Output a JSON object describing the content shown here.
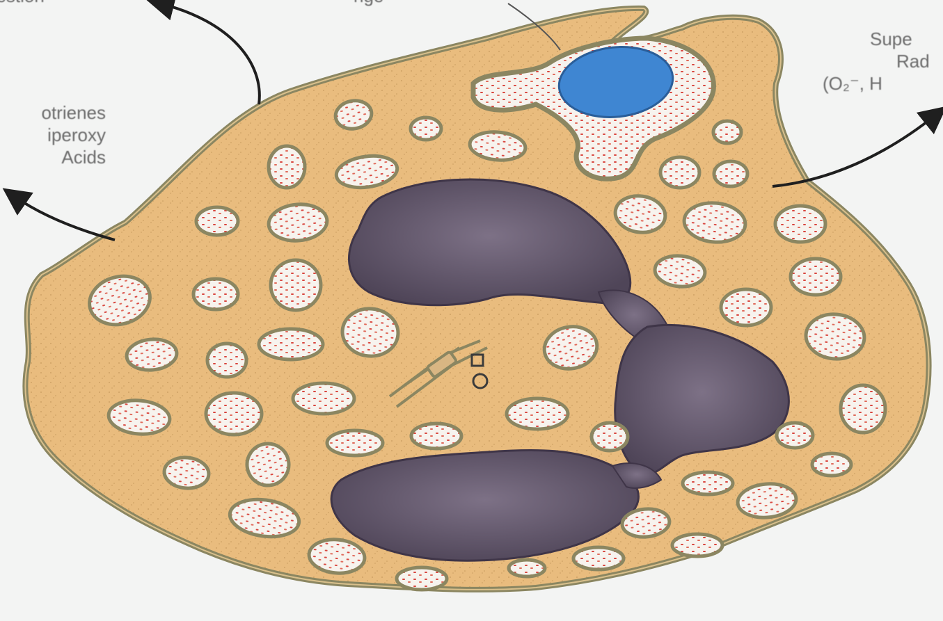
{
  "labels": {
    "top_left": "gestion",
    "top_middle": "nge",
    "left_line1": "otrienes",
    "left_line2": "iperoxy",
    "left_line3": "Acids",
    "right_line1": "Supe",
    "right_line2": "Rad",
    "right_line3": "(O₂⁻, H"
  },
  "colors": {
    "background": "#f3f4f3",
    "cytoplasm": "#e9bc7e",
    "membrane": "#8b8661",
    "nucleus": "#6f6377",
    "vacuole_fill": "#f8f6f2",
    "granule_dot": "#d9473f",
    "phagocytosed_object": "#3f86d2",
    "arrow": "#1f1f1f"
  }
}
